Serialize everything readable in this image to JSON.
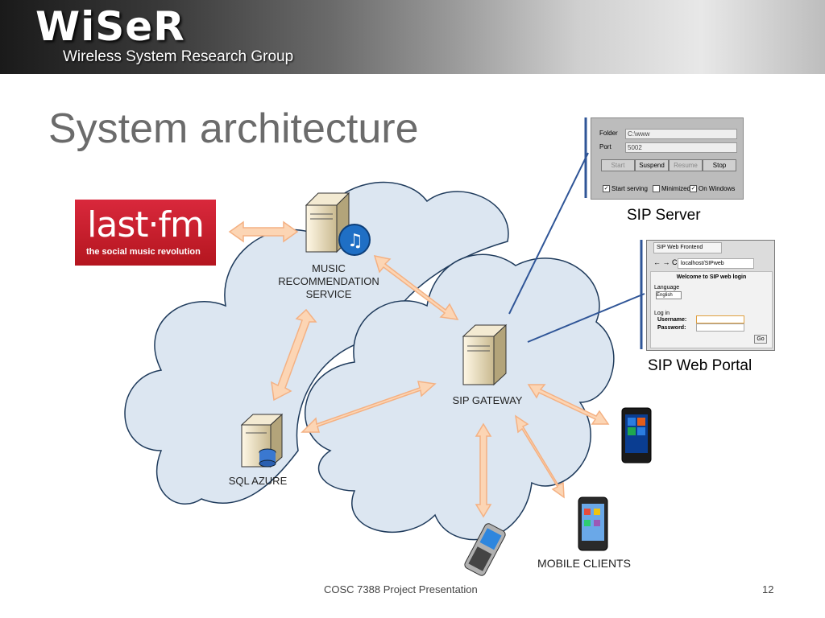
{
  "banner": {
    "logo": "WiSeR",
    "subtitle": "Wireless System Research Group"
  },
  "title": "System architecture",
  "lastfm": {
    "logo": "last·fm",
    "tagline": "the social music revolution"
  },
  "nodes": {
    "music": {
      "label_line1": "MUSIC",
      "label_line2": "RECOMMENDATION",
      "label_line3": "SERVICE"
    },
    "gateway": {
      "label": "SIP GATEWAY"
    },
    "sql": {
      "label": "SQL AZURE"
    },
    "mobile": {
      "label": "MOBILE CLIENTS"
    }
  },
  "sip_server": {
    "caption": "SIP Server",
    "folder_label": "Folder",
    "folder_value": "C:\\www",
    "port_label": "Port",
    "port_value": "5002",
    "buttons": [
      "Start",
      "Suspend",
      "Resume",
      "Stop"
    ],
    "checks": [
      "Start serving",
      "Minimized",
      "On Windows"
    ]
  },
  "sip_portal": {
    "caption": "SIP Web Portal",
    "tab": "SIP Web Frontend",
    "url": "localhost/SIPweb",
    "heading": "Welcome to SIP web login",
    "language_label": "Language",
    "language_value": "English",
    "login_label": "Log in",
    "username_label": "Username:",
    "password_label": "Password:",
    "go": "Go"
  },
  "footer": {
    "text": "COSC 7388 Project Presentation",
    "page": "12"
  },
  "colors": {
    "cloud_fill": "#dce6f1",
    "cloud_stroke": "#1f3b5c",
    "arrow_fill": "#fcd5b4",
    "arrow_stroke": "#f4b183",
    "lastfm_red": "#c8102e"
  }
}
